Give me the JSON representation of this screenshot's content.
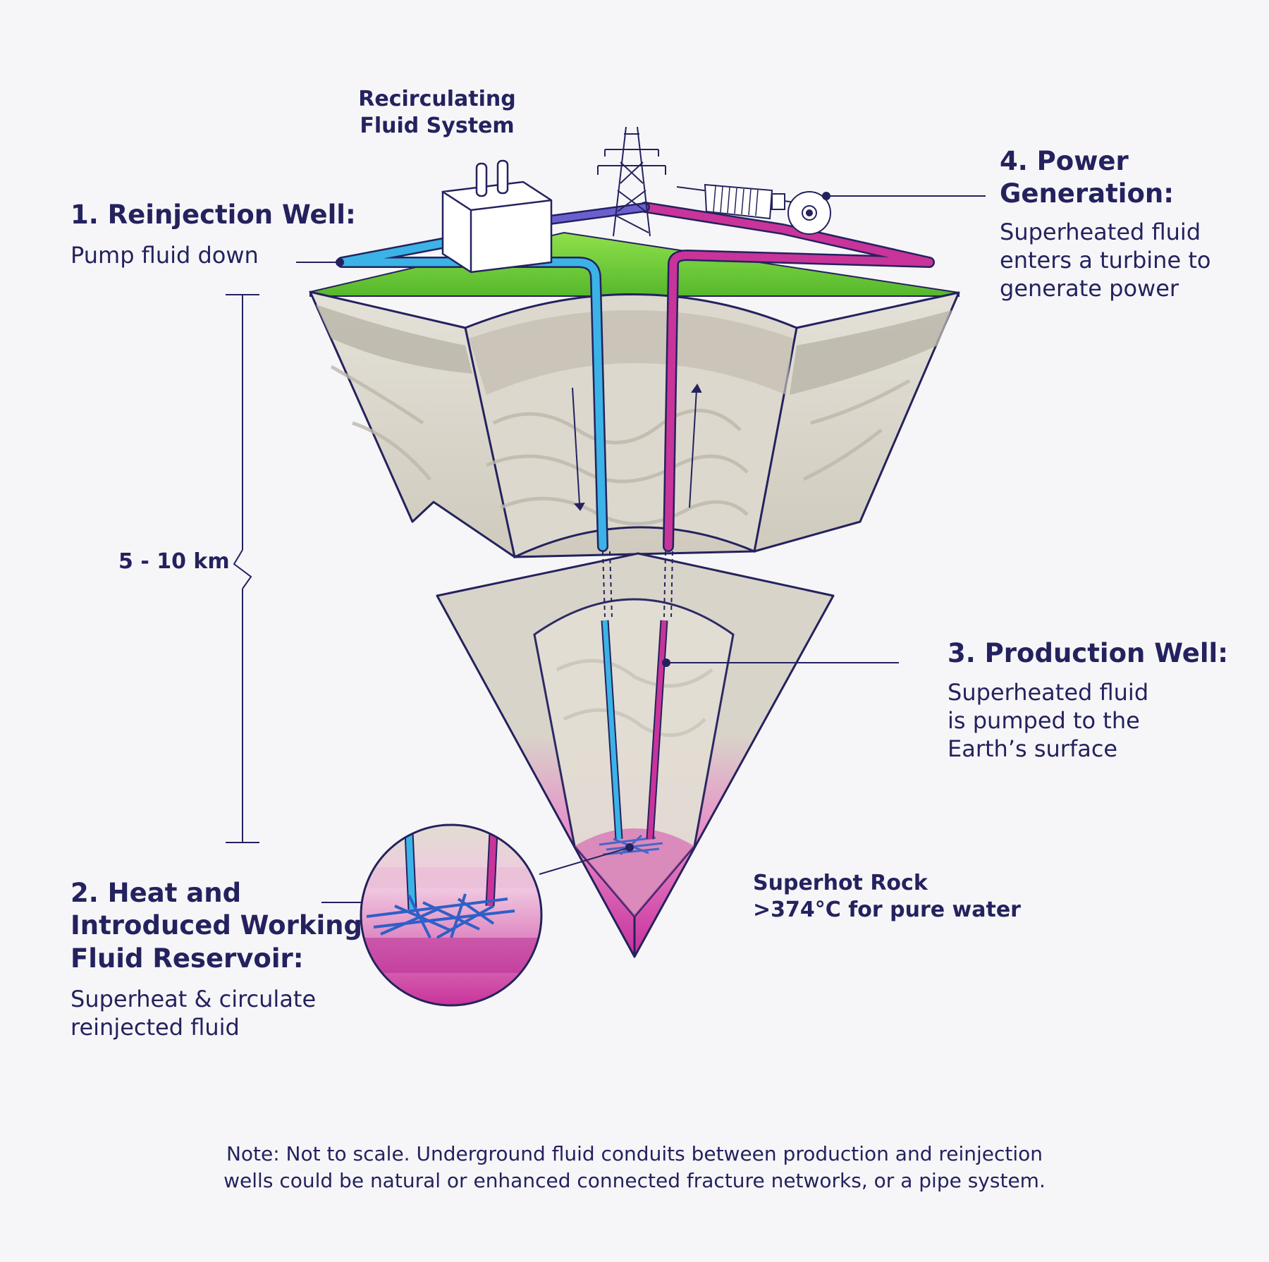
{
  "recirculating": {
    "line1": "Recirculating",
    "line2": "Fluid System"
  },
  "reinjection": {
    "title": "1. Reinjection Well:",
    "desc": "Pump fluid down"
  },
  "power": {
    "title1": "4. Power",
    "title2": "Generation:",
    "desc1": "Superheated fluid",
    "desc2": "enters a turbine to",
    "desc3": "generate power"
  },
  "depth": {
    "label": "5 - 10 km"
  },
  "production": {
    "title": "3. Production Well:",
    "desc1": "Superheated fluid",
    "desc2": "is pumped to the",
    "desc3": "Earth’s surface"
  },
  "reservoir": {
    "title1": "2. Heat and",
    "title2": "Introduced Working",
    "title3": "Fluid Reservoir:",
    "desc1": "Superheat & circulate",
    "desc2": "reinjected fluid"
  },
  "superhot": {
    "line1": "Superhot Rock",
    "line2": ">374°C for pure water"
  },
  "note": {
    "line1": "Note: Not to scale. Underground fluid conduits between production and reinjection",
    "line2": "wells could be natural or enhanced connected fracture networks, or a pipe system."
  },
  "colors": {
    "ink": "#24225e",
    "cold": "#3bb3e6",
    "hot": "#c8349a",
    "grass": "#6cc63a",
    "rock": "#d8d4c9"
  }
}
